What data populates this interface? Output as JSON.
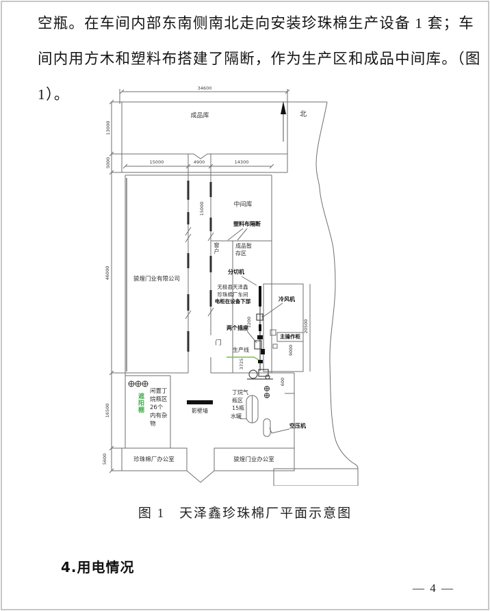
{
  "paragraph": {
    "lines": [
      "空瓶。在车间内部东南侧南北走向安装珍珠棉生产设备 1 套；车",
      "间内用方木和塑料布搭建了隔断，作为生产区和成品中间库。（图",
      "1）。"
    ]
  },
  "figure": {
    "caption": "图 1　天泽鑫珍珠棉厂平面示意图"
  },
  "diagram": {
    "north_label": "北",
    "dims": {
      "top_width": "34600",
      "h_top": "13000",
      "h_band": "5000",
      "w1": "15000",
      "w2": "4900",
      "w3": "14300",
      "corridor_len": "15000",
      "h_main": "46000",
      "h_yard": "16500",
      "h_office": "5600",
      "v1200": "1200",
      "v20500": "20500",
      "v9000": "9000",
      "v3725": "3725",
      "v600": "600"
    },
    "rooms": {
      "finished_warehouse": "成品库",
      "mid_warehouse": "中间库",
      "company": "骏煌门业有限公司",
      "office_left": "珍珠棉厂办公室",
      "office_right": "骏煌门业办公室"
    },
    "labels": {
      "plastic_partition": "塑料布隔断",
      "window": "窗户",
      "product_storage_lines": [
        "成品暂",
        "存区"
      ],
      "cutter": "分切机",
      "workshop_lines": [
        "无极县天泽鑫",
        "珍珠棉厂车间",
        "电柜在设备下部"
      ],
      "cold_fan": "冷风机",
      "two_sockets": "两个插座",
      "door": "门",
      "production_line": "生产线",
      "main_cabinet": "主操作柜",
      "idle_lines": [
        "闲置丁",
        "烷瓶区",
        "26个",
        "内有杂",
        "物"
      ],
      "shade": "遮阳棚",
      "screen_wall": "影壁墙",
      "butane_lines": [
        "丁烷气",
        "瓶区",
        "15瓶"
      ],
      "water_tank": "水罐",
      "compressor": "空压机"
    },
    "colors": {
      "shade_green": "#3fae49",
      "line_gray": "#6e6e6e"
    }
  },
  "section_heading": "4.用电情况",
  "page_number": "— 4 —"
}
